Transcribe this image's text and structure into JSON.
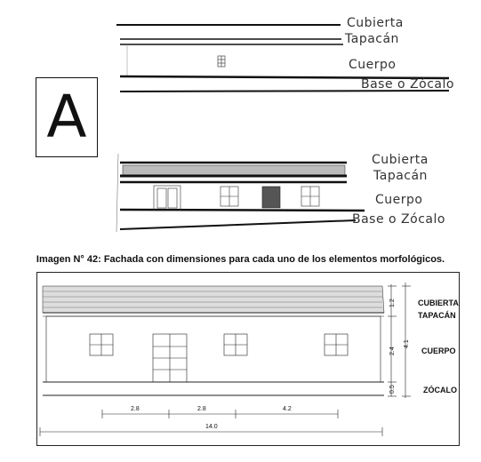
{
  "top_diagram": {
    "labels": [
      "Cubierta",
      "Tapacán",
      "Cuerpo",
      "Base o Zócalo"
    ],
    "letter": "A"
  },
  "middle_diagram": {
    "labels": [
      "Cubierta",
      "Tapacán",
      "Cuerpo",
      "Base o Zócalo"
    ]
  },
  "caption": "Imagen N° 42: Fachada con dimensiones para cada uno de los elementos morfológicos.",
  "bottom_diagram": {
    "labels": [
      "CUBIERTA",
      "TAPACÁN",
      "CUERPO",
      "ZÓCALO"
    ],
    "vertical_dims": [
      "1.2",
      "2.4",
      "0.5",
      "4.1"
    ],
    "horizontal_dims": [
      "2.8",
      "2.8",
      "4.2",
      "14.0"
    ]
  }
}
